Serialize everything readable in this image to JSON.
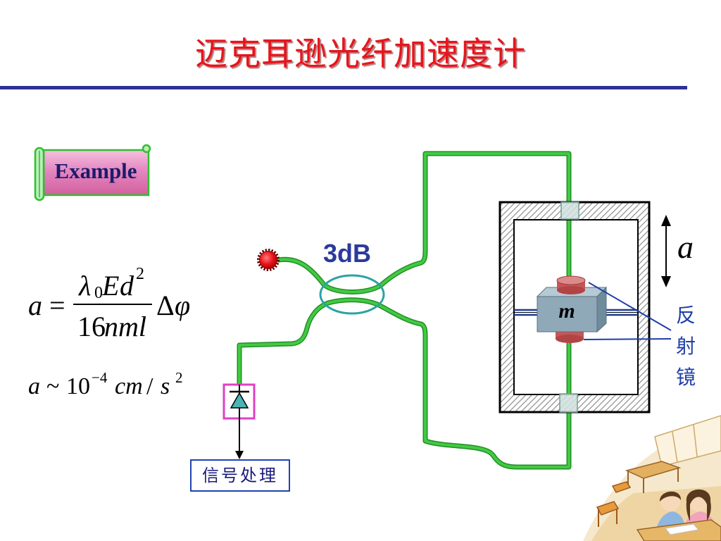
{
  "slide": {
    "title": "迈克耳逊光纤加速度计",
    "badge": "Example"
  },
  "formula_1": {
    "lhs": "a",
    "equals": "=",
    "numerator": {
      "lambda": "λ",
      "lambda_sub": "0",
      "e": "E",
      "d": "d",
      "d_sup": "2"
    },
    "denominator": {
      "coefficient": "16",
      "variables": "nml"
    },
    "delta": "Δ",
    "phi": "φ"
  },
  "formula_2": {
    "lhs": "a",
    "relation": "~",
    "base": "10",
    "exponent": "−4",
    "unit_numerator": "cm",
    "slash": "/",
    "unit_denominator": "s",
    "unit_exponent": "2"
  },
  "diagram": {
    "coupler_label": "3dB",
    "mass_label": "m",
    "mirror_label": "反射镜",
    "acceleration_label": "a",
    "processor_label": "信号处理",
    "icons": {
      "source": "light-source-icon",
      "detector": "photodetector-icon",
      "arrow": "double-arrow-icon"
    }
  },
  "colors": {
    "title": "#e8141c",
    "rule": "#2e3192",
    "fiber": "#43c943",
    "coupler": "#2aa3a3",
    "label_blue": "#1f3ea8",
    "badge_pink": "#e487c1",
    "detector_frame": "#e040c4",
    "mirror": "#c65656"
  }
}
